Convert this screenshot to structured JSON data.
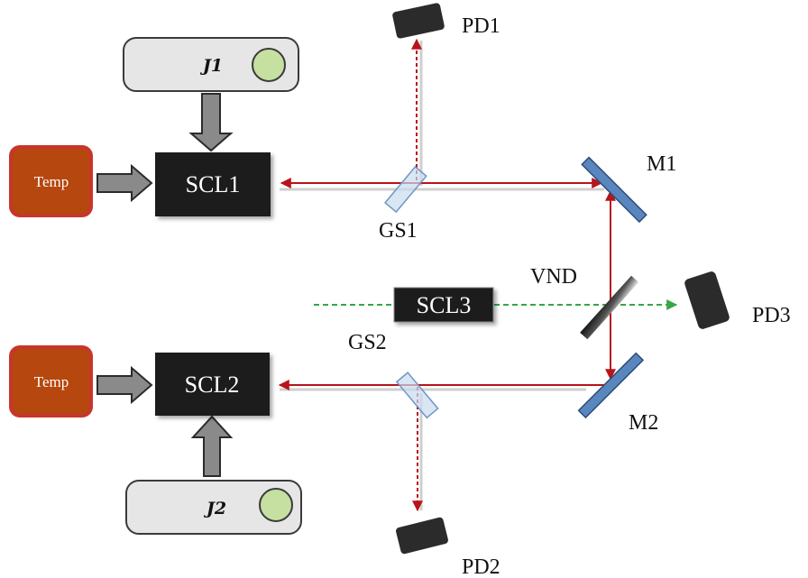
{
  "colors": {
    "laser_beam": "#b8141b",
    "probe_beam": "#35a745",
    "laser_box": "#1b1b1b",
    "temp_fill": "#b5470f",
    "temp_border": "#c8352b",
    "mirror": "#5a86be",
    "splitter": "#c9dcf0",
    "detector": "#2b2b2b",
    "controller": "#e6e6e6",
    "knob": "#c5e0a0",
    "arrow": "#8a8a8a"
  },
  "lasers": {
    "scl1": "SCL1",
    "scl2": "SCL2",
    "scl3": "SCL3"
  },
  "temperature": {
    "top": "Temp",
    "bottom": "Temp"
  },
  "current_sources": {
    "top": "J1",
    "bottom": "J2"
  },
  "optics": {
    "gs1": "GS1",
    "gs2": "GS2",
    "m1": "M1",
    "m2": "M2",
    "vnd": "VND"
  },
  "detectors": {
    "pd1": "PD1",
    "pd2": "PD2",
    "pd3": "PD3"
  }
}
